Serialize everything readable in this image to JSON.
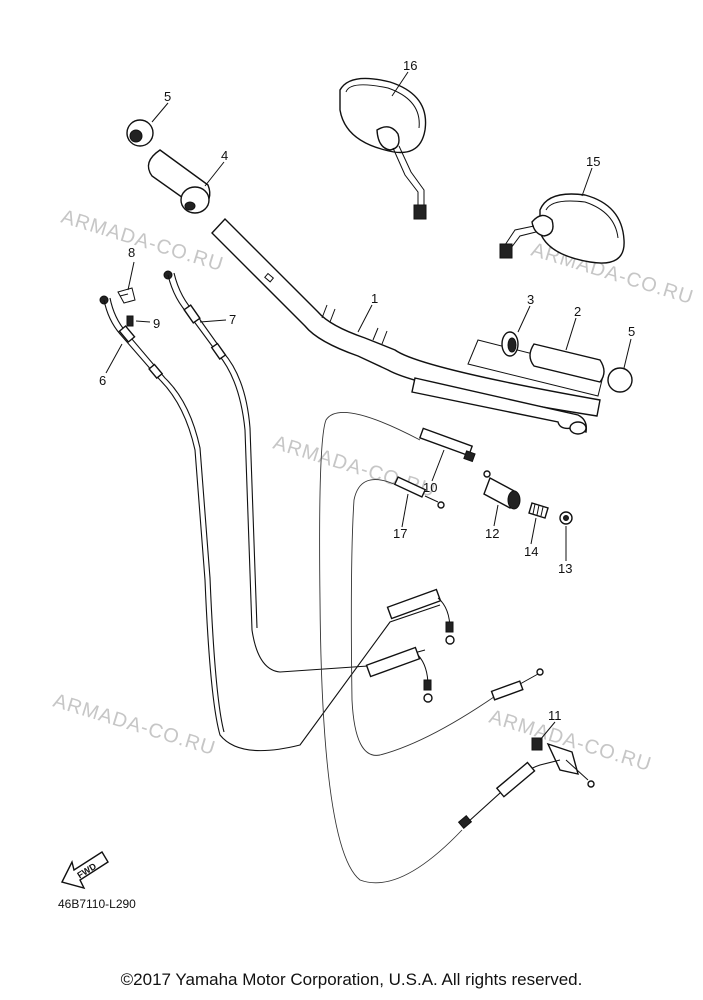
{
  "callouts": [
    "1",
    "2",
    "3",
    "4",
    "5",
    "5",
    "6",
    "7",
    "8",
    "9",
    "10",
    "11",
    "12",
    "13",
    "14",
    "15",
    "16",
    "17"
  ],
  "watermark": "ARMADA-CO.RU",
  "diagram_code": "46B7110-L290",
  "fwd_label": "FWD",
  "copyright": "©2017 Yamaha Motor Corporation, U.S.A. All rights reserved."
}
